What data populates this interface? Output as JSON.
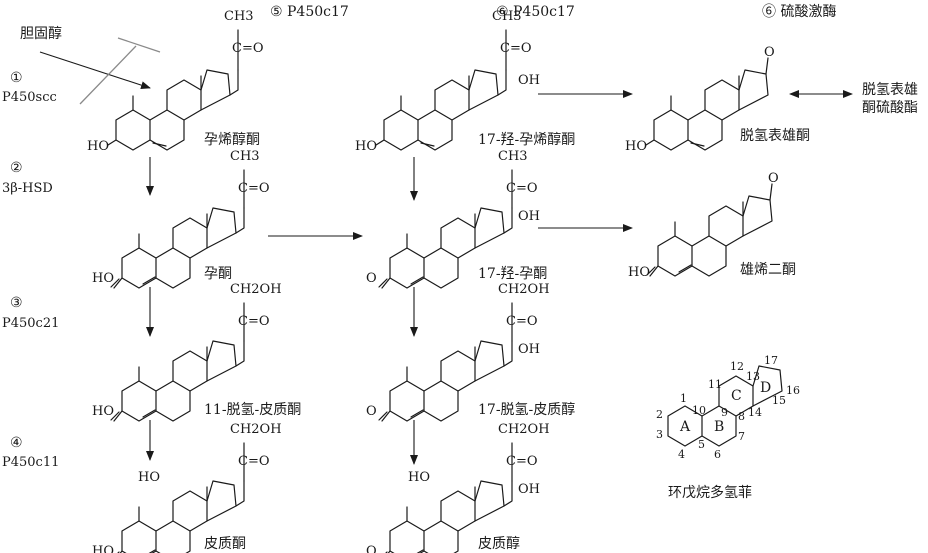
{
  "header": {
    "col2": "⑤ P450c17",
    "col3": "⑥ P450c17",
    "col4": "⑥ 硫酸激酶"
  },
  "enzymes": [
    {
      "num": "①",
      "name": "P450scc"
    },
    {
      "num": "②",
      "name": "3β-HSD"
    },
    {
      "num": "③",
      "name": "P450c21"
    },
    {
      "num": "④",
      "name": "P450c11"
    }
  ],
  "start_label": "胆固醇",
  "sulfate_label": [
    "脱氢表雄",
    "酮硫酸酯"
  ],
  "compounds": {
    "pregnenolone": "孕烯醇酮",
    "hydroxypregnenolone": "17-羟-孕烯醇酮",
    "dhea": "脱氢表雄酮",
    "progesterone": "孕酮",
    "hydroxyprogesterone": "17-羟-孕酮",
    "androstenedione": "雄烯二酮",
    "deoxycorticosterone": "11-脱氢-皮质酮",
    "deoxycortisol": "17-脱氢-皮质醇",
    "corticosterone": "皮质酮",
    "cortisol": "皮质醇"
  },
  "atoms": {
    "ho": "HO",
    "oh": "OH",
    "o": "O",
    "ch3": "CH3",
    "ch2oh": "CH2OH",
    "c_eq": "C=O"
  },
  "numbering": {
    "title": "环戊烷多氢菲",
    "rings": [
      "A",
      "B",
      "C",
      "D"
    ],
    "positions": [
      "1",
      "2",
      "3",
      "4",
      "5",
      "6",
      "7",
      "8",
      "9",
      "10",
      "11",
      "12",
      "13",
      "14",
      "15",
      "16",
      "17"
    ]
  }
}
